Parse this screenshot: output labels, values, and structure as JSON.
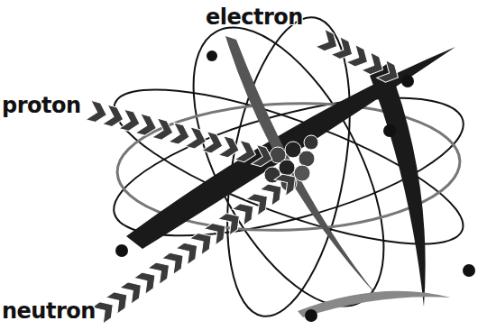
{
  "diagram": {
    "labels": [
      "electron",
      "proton",
      "neutron"
    ]
  }
}
